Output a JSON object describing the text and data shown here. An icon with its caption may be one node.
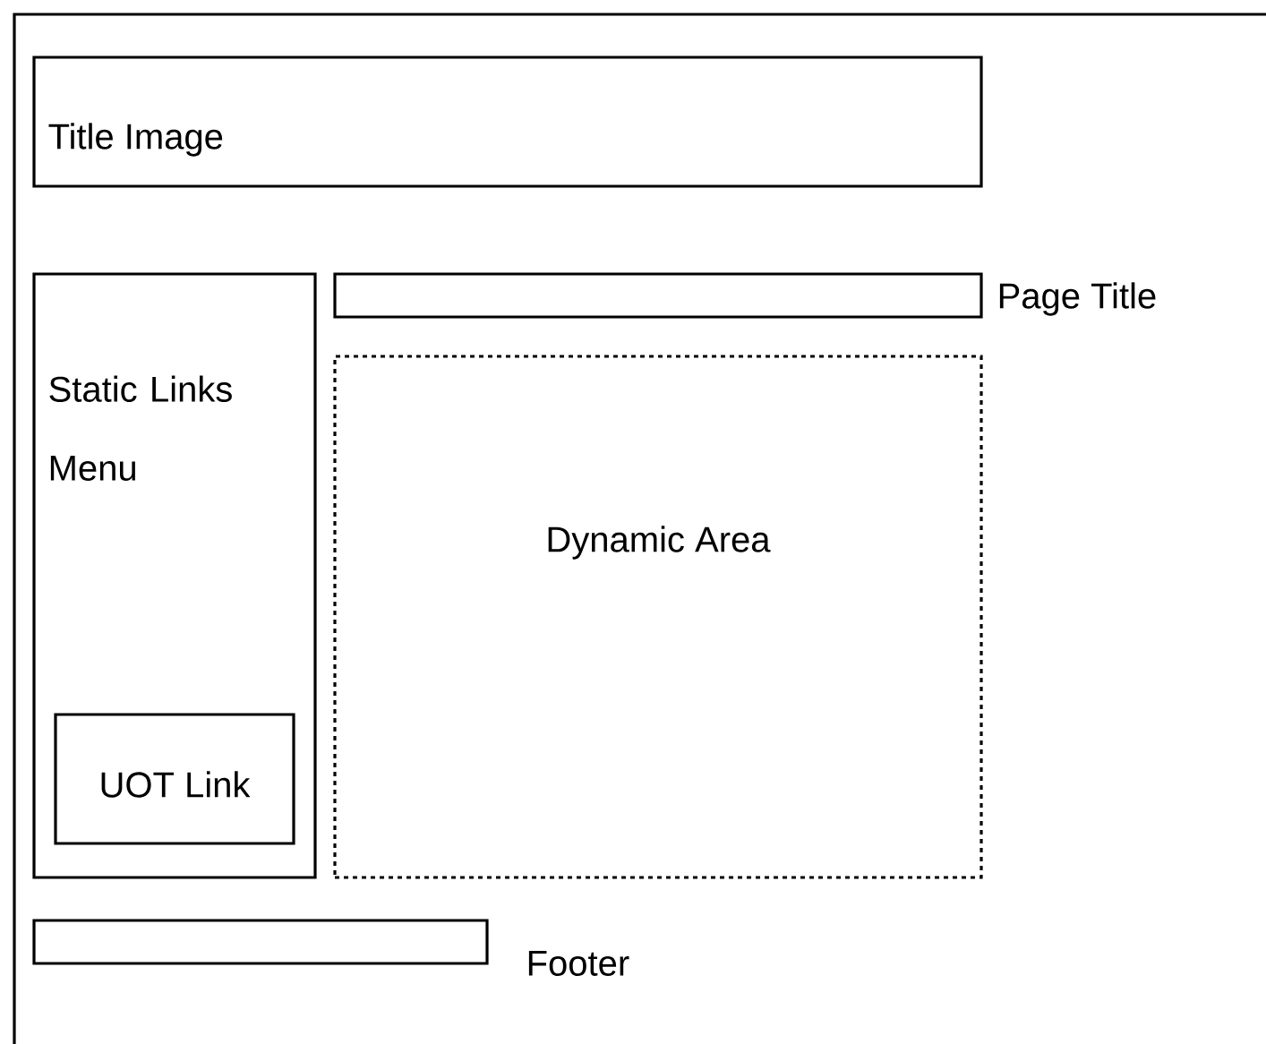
{
  "diagram": {
    "nodes": [
      {
        "text": [],
        "shape": "box"
      },
      {
        "text": [
          "Title Image"
        ],
        "in": 0
      },
      {
        "text": [
          "Static Links Menu"
        ],
        "in": 0
      },
      {
        "text": [
          "UOT Link"
        ],
        "in": 2
      },
      {
        "text": [
          "Page Title"
        ],
        "in": 0
      },
      {
        "text": [
          "Dynamic Area"
        ],
        "in": 0
      },
      {
        "text": [
          "Footer"
        ],
        "in": 0
      }
    ]
  }
}
